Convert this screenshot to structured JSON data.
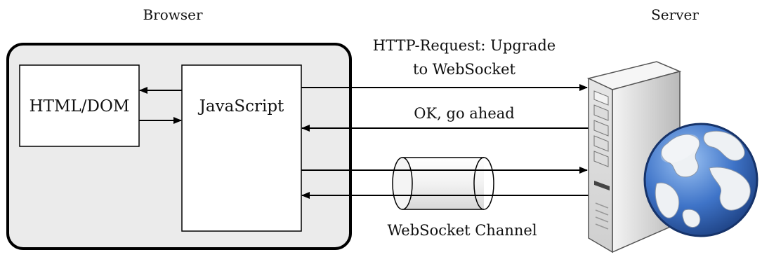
{
  "labels": {
    "browser": "Browser",
    "server": "Server",
    "html_dom": "HTML/DOM",
    "javascript": "JavaScript",
    "request_line1": "HTTP-Request: Upgrade",
    "request_line2": "to WebSocket",
    "response": "OK, go ahead",
    "channel": "WebSocket Channel"
  },
  "icons": {
    "server": "server-tower-icon",
    "globe": "globe-icon"
  },
  "colors": {
    "browser_fill": "#ebebeb",
    "globe_ocean": "#3f74c8",
    "globe_land": "#eef1f4"
  }
}
